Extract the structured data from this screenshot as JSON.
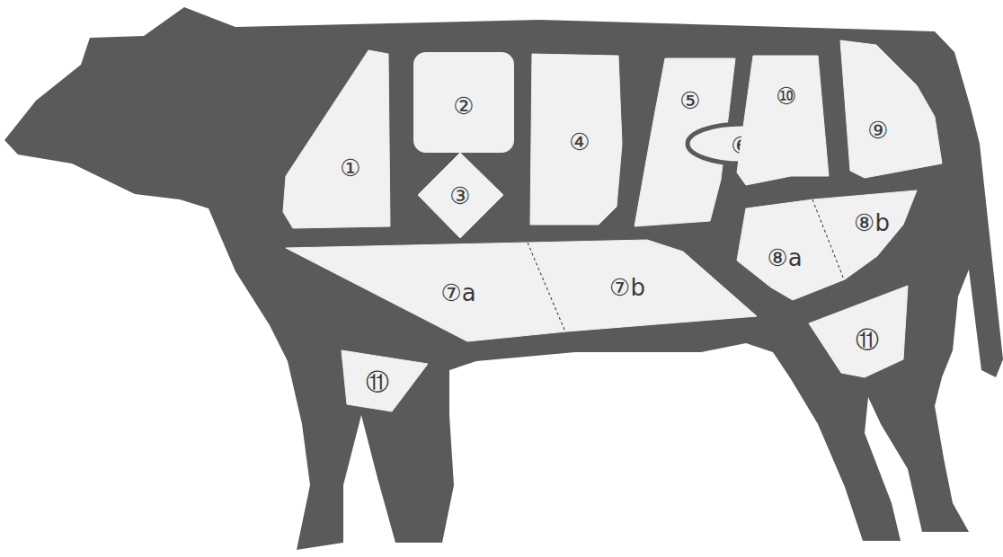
{
  "diagram": {
    "nodes": [
      {
        "text": [
          "①"
        ]
      },
      {
        "text": [
          "②"
        ]
      },
      {
        "text": [
          "③"
        ]
      },
      {
        "text": [
          "④"
        ]
      },
      {
        "text": [
          "⑤"
        ]
      },
      {
        "text": [
          "⑥"
        ]
      },
      {
        "text": [
          "⑩"
        ]
      },
      {
        "text": [
          "⑨"
        ]
      },
      {
        "text": [
          "⑦a"
        ]
      },
      {
        "text": [
          "⑦b"
        ]
      },
      {
        "text": [
          "⑧a"
        ]
      },
      {
        "text": [
          "⑧b"
        ]
      },
      {
        "text": [
          "⑪"
        ]
      },
      {
        "text": [
          "⑪"
        ]
      }
    ]
  }
}
